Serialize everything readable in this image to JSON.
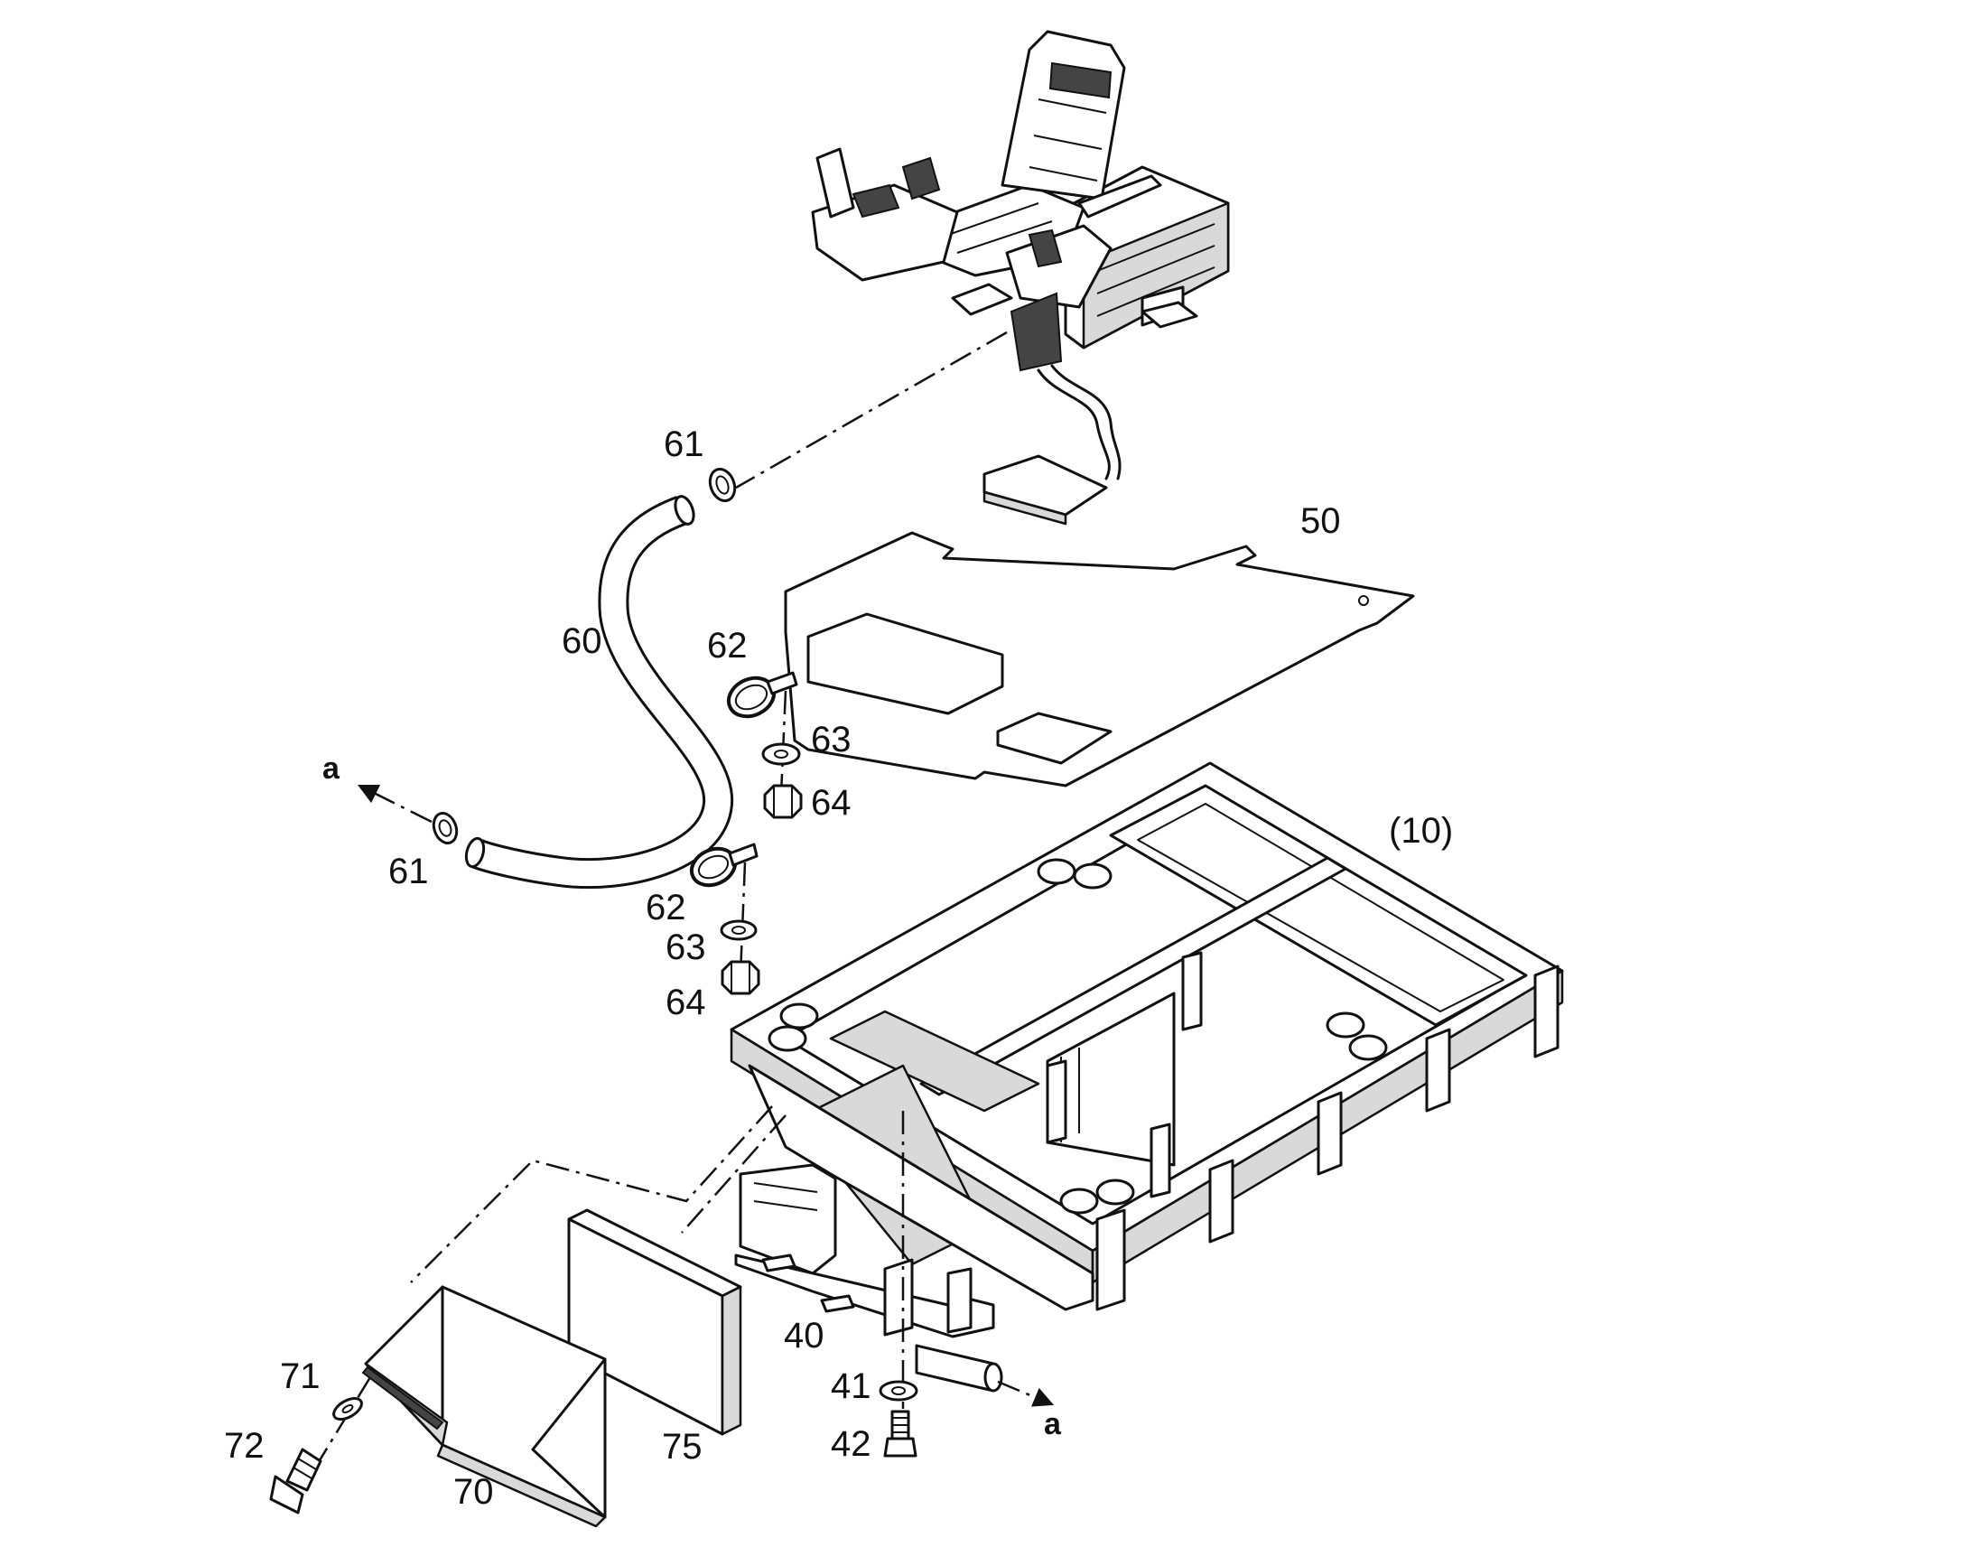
{
  "callouts": {
    "c61_top": "61",
    "c61_left": "61",
    "c60": "60",
    "c50": "50",
    "c62_top": "62",
    "c63_top": "63",
    "c64_top": "64",
    "c62_bot": "62",
    "c63_bot": "63",
    "c64_bot": "64",
    "c10": "(10)",
    "c40": "40",
    "c41": "41",
    "c42": "42",
    "c70": "70",
    "c71": "71",
    "c72": "72",
    "c75": "75",
    "a_left": "a",
    "a_right": "a"
  },
  "colors": {
    "line": "#111111",
    "background": "#ffffff"
  }
}
